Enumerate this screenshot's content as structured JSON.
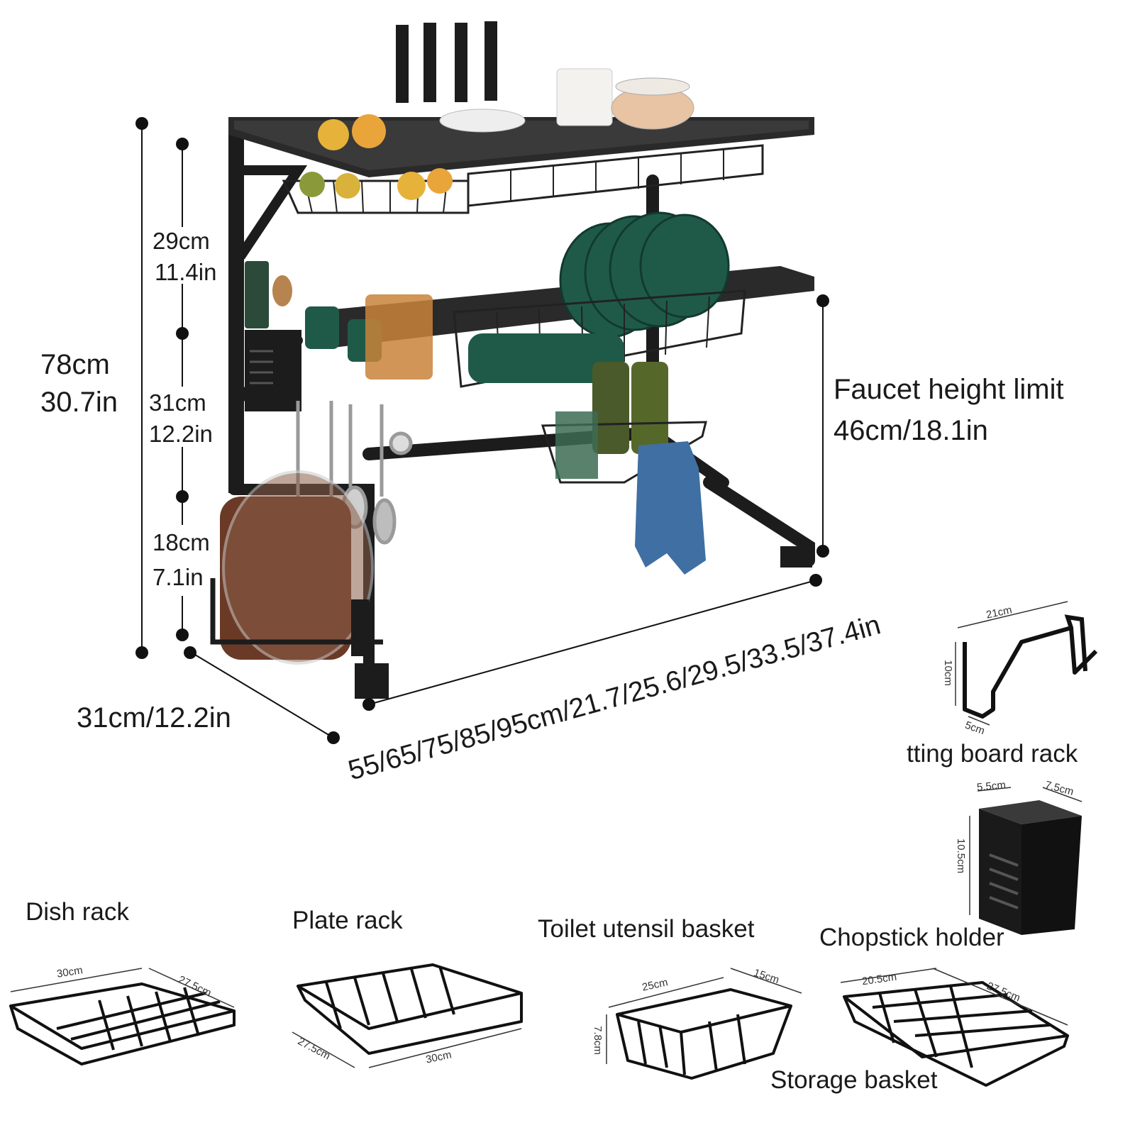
{
  "dimensions": {
    "total_height": {
      "cm": "78cm",
      "in": "30.7in"
    },
    "tier_top": {
      "cm": "29cm",
      "in": "11.4in"
    },
    "tier_middle": {
      "cm": "31cm",
      "in": "12.2in"
    },
    "tier_bottom": {
      "cm": "18cm",
      "in": "7.1in"
    },
    "faucet": {
      "title": "Faucet height limit",
      "value": "46cm/18.1in"
    },
    "depth": "31cm/12.2in",
    "width": "55/65/75/85/95cm/21.7/25.6/29.5/33.5/37.4in"
  },
  "accessories": {
    "cutting_board_rack": {
      "label": "tting board rack",
      "w": "21cm",
      "h": "10cm",
      "d": "5cm"
    },
    "chopstick_holder": {
      "label": "Chopstick holder",
      "w": "5.5cm",
      "d": "7.5cm",
      "h": "10.5cm"
    },
    "dish_rack": {
      "label": "Dish rack",
      "w": "30cm",
      "d": "27.5cm"
    },
    "plate_rack": {
      "label": "Plate rack",
      "d": "27.5cm",
      "w": "30cm"
    },
    "utensil_basket": {
      "label": "Toilet utensil basket",
      "w": "25cm",
      "d": "15cm",
      "h": "7.8cm"
    },
    "storage_basket": {
      "label": "Storage basket",
      "w": "20.5cm",
      "d": "27.5cm"
    }
  },
  "colors": {
    "frame": "#1c1c1c",
    "plates": "#1f5a48",
    "towel": "#3f6fa3",
    "board": "#6b3a26",
    "fruit": "#e6b23a"
  }
}
